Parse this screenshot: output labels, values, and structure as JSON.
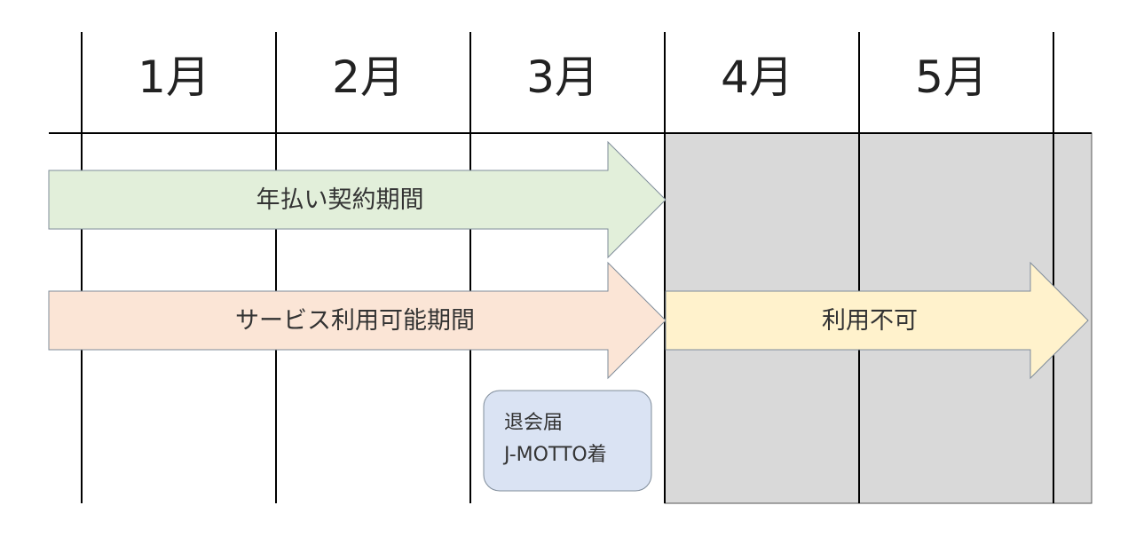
{
  "months": [
    {
      "label": "1月"
    },
    {
      "label": "2月"
    },
    {
      "label": "3月"
    },
    {
      "label": "4月"
    },
    {
      "label": "5月"
    }
  ],
  "arrows": {
    "contract": {
      "label": "年払い契約期間",
      "color": "#e2efda"
    },
    "service": {
      "label": "サービス利用可能期間",
      "color": "#fbe5d6"
    },
    "unavailable": {
      "label": "利用不可",
      "color": "#fff2cc"
    }
  },
  "note": {
    "line1": "退会届",
    "line2": "J-MOTTO着",
    "color": "#dae3f3"
  },
  "colors": {
    "grid": "#000000",
    "shade": "#d9d9d9",
    "arrow_stroke": "#7f8c9a"
  }
}
